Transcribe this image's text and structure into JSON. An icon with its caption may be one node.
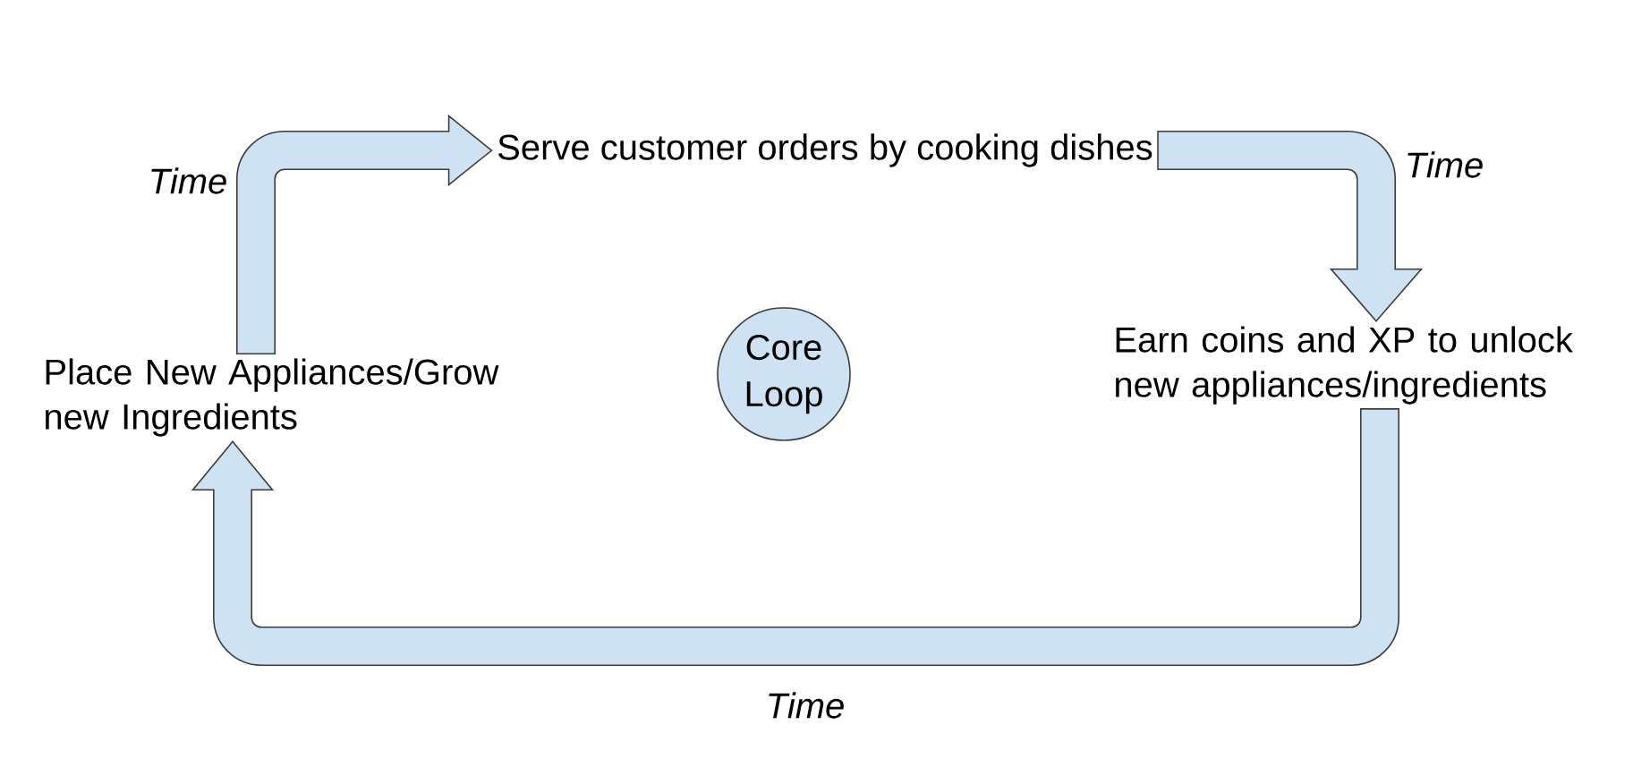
{
  "diagram": {
    "nodes": [
      {
        "text": [
          "Serve customer orders by cooking dishes"
        ]
      },
      {
        "text": [
          "Earn coins and XP to unlock new appliances/ingredients"
        ]
      },
      {
        "text": [
          "Place New Appliances/Grow new Ingredients"
        ]
      },
      {
        "text": [
          "Core Loop"
        ]
      }
    ],
    "edges": [
      {
        "from": 0,
        "to": 1,
        "arrow": "to",
        "label": "Time"
      },
      {
        "from": 1,
        "to": 2,
        "arrow": "to",
        "label": "Time"
      },
      {
        "from": 2,
        "to": 0,
        "arrow": "to",
        "label": "Time"
      }
    ]
  }
}
